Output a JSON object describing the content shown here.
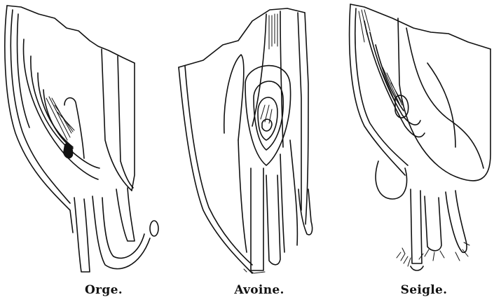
{
  "figures": [
    {
      "id": "orge",
      "caption": "Orge."
    },
    {
      "id": "avoine",
      "caption": "Avoine."
    },
    {
      "id": "seigle",
      "caption": "Seigle."
    }
  ],
  "colors": {
    "ink": "#111111",
    "paper": "#ffffff"
  }
}
